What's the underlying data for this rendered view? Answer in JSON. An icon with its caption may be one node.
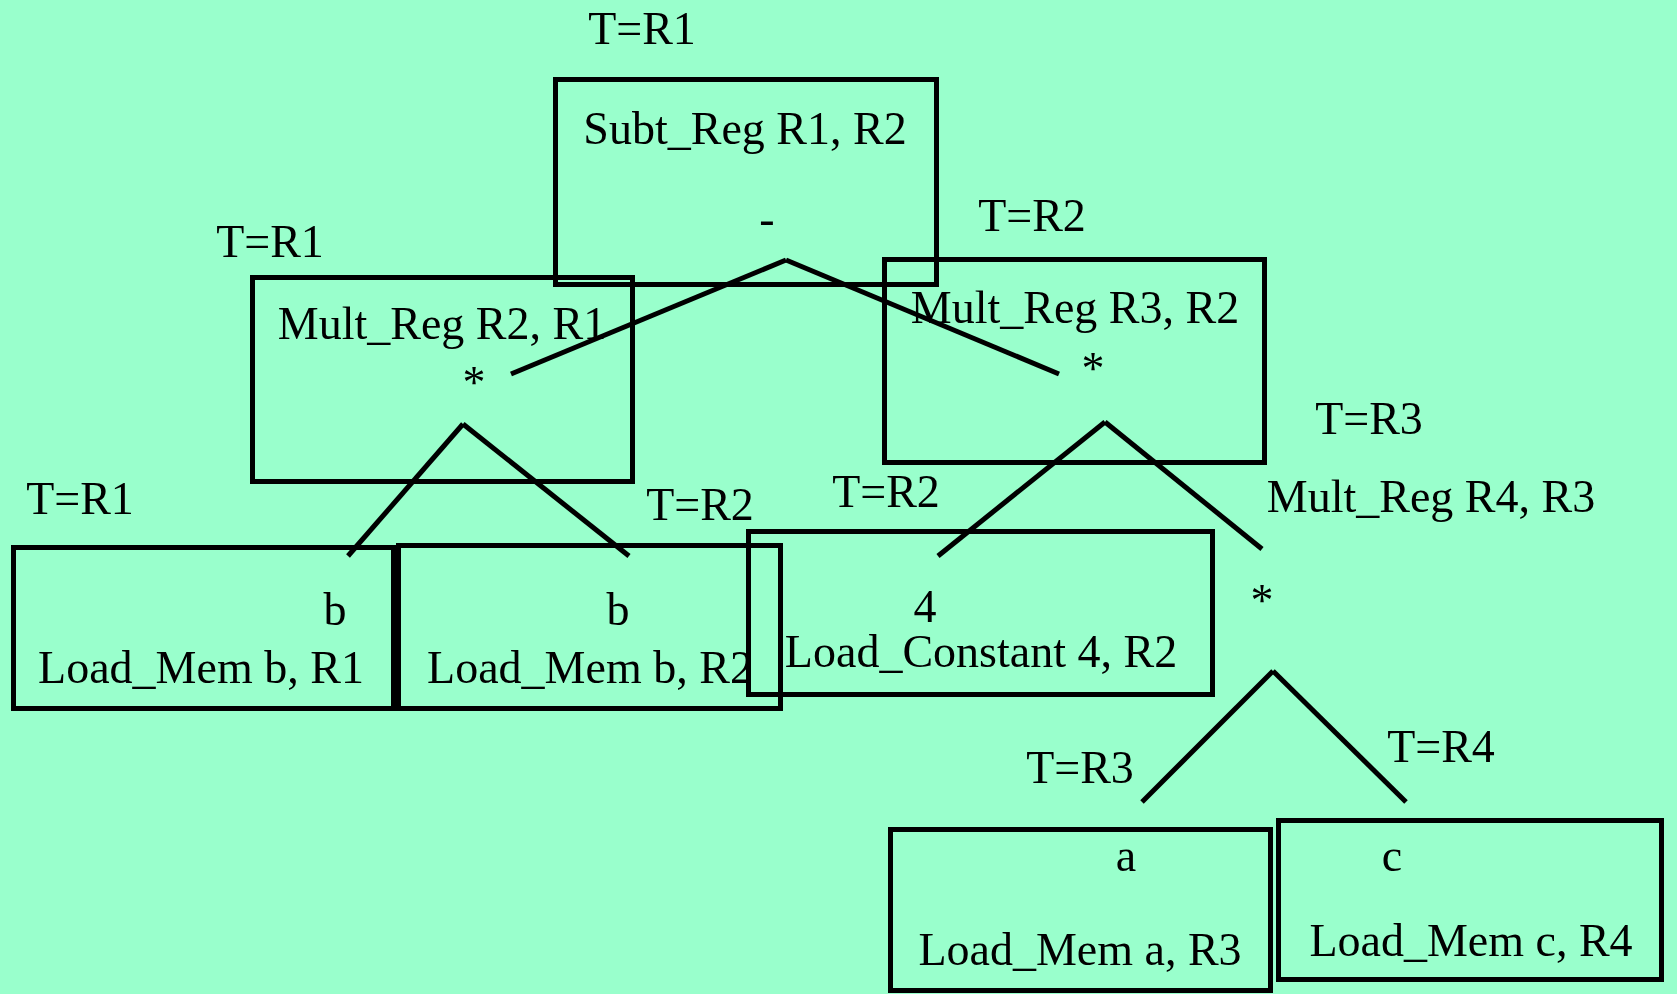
{
  "diagram": {
    "nodes": [
      {
        "text": [
          "Subt_Reg R1, R2",
          "-"
        ],
        "beside": [
          "T=R1"
        ]
      },
      {
        "text": [
          "Mult_Reg R2, R1",
          "*"
        ],
        "beside": [
          "T=R1"
        ]
      },
      {
        "text": [
          "Mult_Reg R3, R2",
          "*"
        ],
        "beside": [
          "T=R2"
        ]
      },
      {
        "text": [
          "b",
          "Load_Mem b, R1"
        ],
        "beside": [
          "T=R1"
        ]
      },
      {
        "text": [
          "b",
          "Load_Mem b, R2"
        ],
        "beside": [
          "T=R2"
        ]
      },
      {
        "text": [
          "4",
          "Load_Constant 4, R2"
        ],
        "beside": [
          "T=R2"
        ]
      },
      {
        "text": [
          "Mult_Reg R4, R3",
          "*"
        ],
        "beside": [
          "T=R3"
        ]
      },
      {
        "text": [
          "a",
          "Load_Mem a, R3"
        ],
        "beside": [
          "T=R3"
        ]
      },
      {
        "text": [
          "c",
          "Load_Mem c, R4"
        ],
        "beside": [
          "T=R4"
        ]
      }
    ],
    "edges": [
      {
        "from": 0,
        "to": 1,
        "arrow": "none"
      },
      {
        "from": 0,
        "to": 2,
        "arrow": "none"
      },
      {
        "from": 1,
        "to": 3,
        "arrow": "none"
      },
      {
        "from": 1,
        "to": 4,
        "arrow": "none"
      },
      {
        "from": 2,
        "to": 5,
        "arrow": "none"
      },
      {
        "from": 2,
        "to": 6,
        "arrow": "none"
      },
      {
        "from": 6,
        "to": 7,
        "arrow": "none"
      },
      {
        "from": 6,
        "to": 8,
        "arrow": "none"
      }
    ]
  }
}
